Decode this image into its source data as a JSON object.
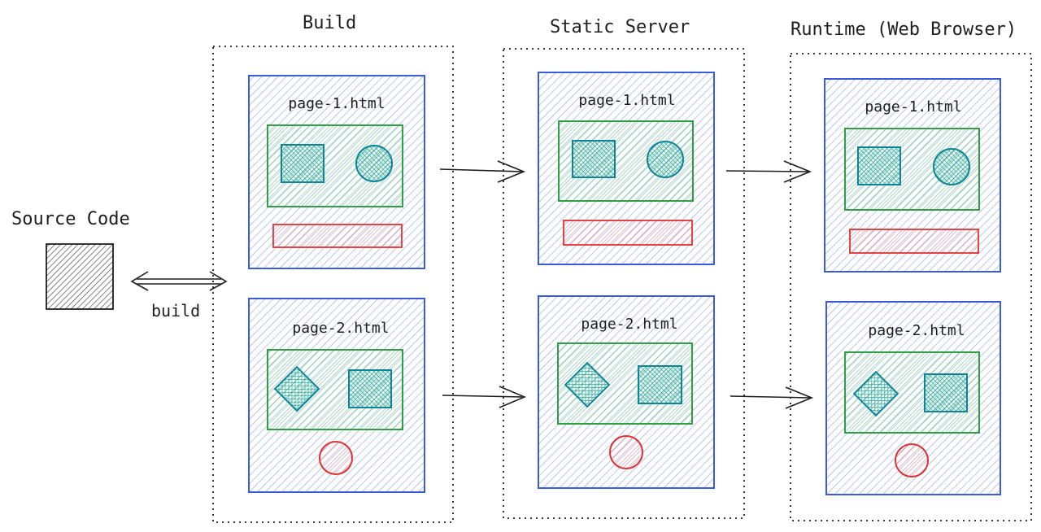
{
  "title": "",
  "source": {
    "label": "Source Code",
    "color": "#1e1e1e"
  },
  "build_arrow_label": "build",
  "stages": [
    {
      "title": "Build"
    },
    {
      "title": "Static Server"
    },
    {
      "title": "Runtime (Web Browser)"
    }
  ],
  "pages": [
    {
      "label": "page-1.html"
    },
    {
      "label": "page-2.html"
    }
  ],
  "colors": {
    "page": "#3b5bdb",
    "component": "#2f9e44",
    "shape": "#099268",
    "accent": "#e03131",
    "ink": "#1e1e1e"
  }
}
